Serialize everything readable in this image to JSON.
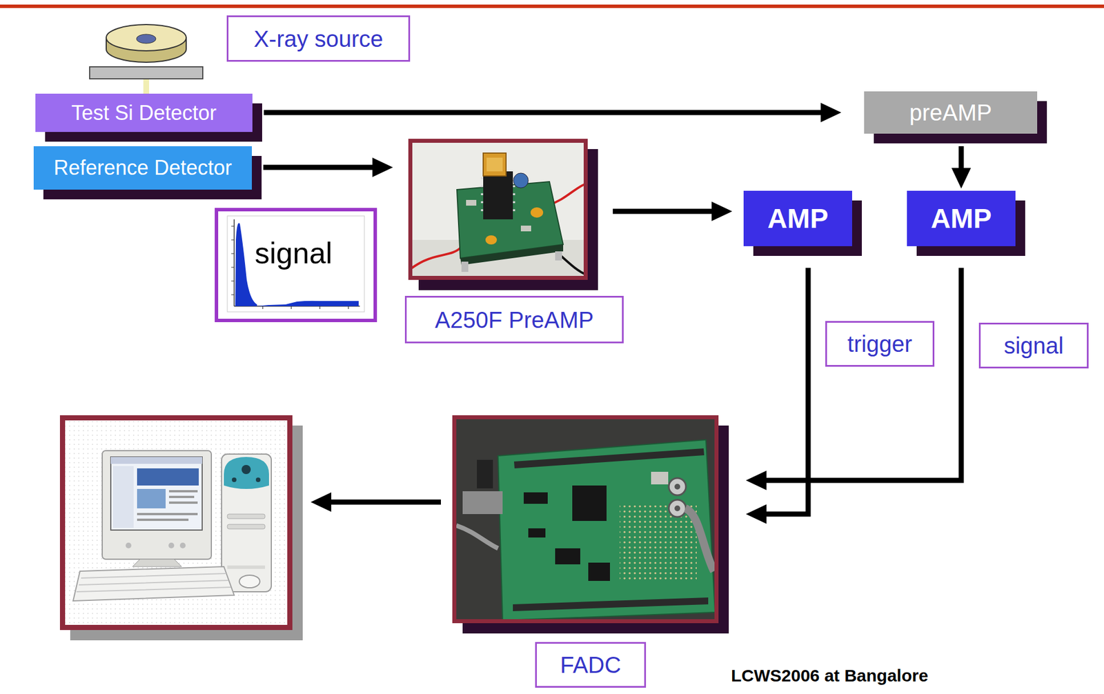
{
  "diagram": {
    "nodes": [
      {
        "text": [
          "X-ray source"
        ]
      },
      {
        "text": [
          "Test Si Detector"
        ]
      },
      {
        "text": [
          "Reference Detector"
        ]
      },
      {
        "text": [
          "signal"
        ]
      },
      {
        "text": [
          "A250F PreAMP"
        ]
      },
      {
        "text": [
          "preAMP"
        ]
      },
      {
        "text": [
          "AMP"
        ]
      },
      {
        "text": [
          "AMP"
        ]
      },
      {
        "text": [
          "FADC"
        ]
      }
    ],
    "edges": [
      {
        "from": 1,
        "to": 5,
        "arrow": "to"
      },
      {
        "from": 2,
        "to": 4,
        "arrow": "to"
      },
      {
        "from": 4,
        "to": 6,
        "arrow": "to"
      },
      {
        "from": 5,
        "to": 7,
        "arrow": "to"
      },
      {
        "from": 6,
        "to": 8,
        "label": "trigger",
        "arrow": "to"
      },
      {
        "from": 7,
        "to": 8,
        "label": "signal",
        "arrow": "to"
      }
    ],
    "labels": [
      "LCWS2006 at Bangalore"
    ]
  }
}
